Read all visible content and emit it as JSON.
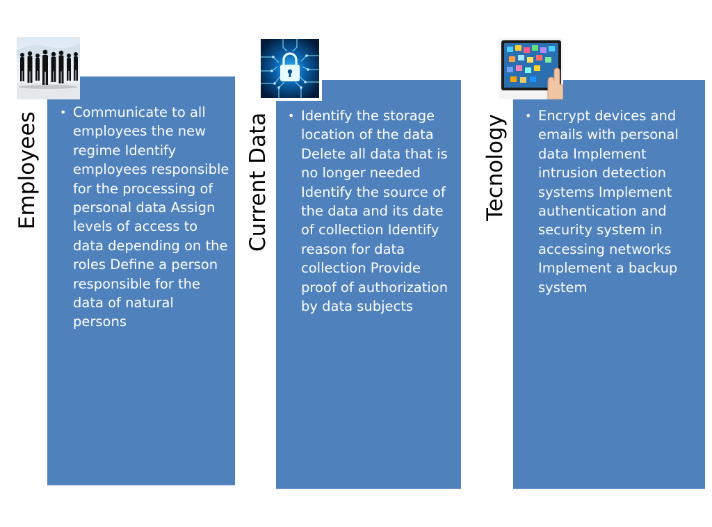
{
  "columns": [
    {
      "title": "Employees",
      "image_icon": "business-people-silhouette-icon",
      "text": "Communicate to all employees the new regime Identify employees responsible for the processing of personal data Assign levels of access to data depending on the roles Define a person responsible for the data of natural persons"
    },
    {
      "title": "Current Data",
      "image_icon": "circuit-padlock-icon",
      "text": "Identify the storage location of the data Delete all data that is no longer needed Identify the source of the data and its date of collection Identify reason for data collection Provide proof of authorization by data subjects"
    },
    {
      "title": "Tecnology",
      "image_icon": "tablet-apps-touch-icon",
      "text": "Encrypt devices and emails with personal data Implement intrusion detection systems Implement authentication and security system in accessing networks Implement a backup system"
    }
  ],
  "colors": {
    "box": "#4f81bd",
    "box_text": "#ffffff",
    "title": "#000000"
  }
}
